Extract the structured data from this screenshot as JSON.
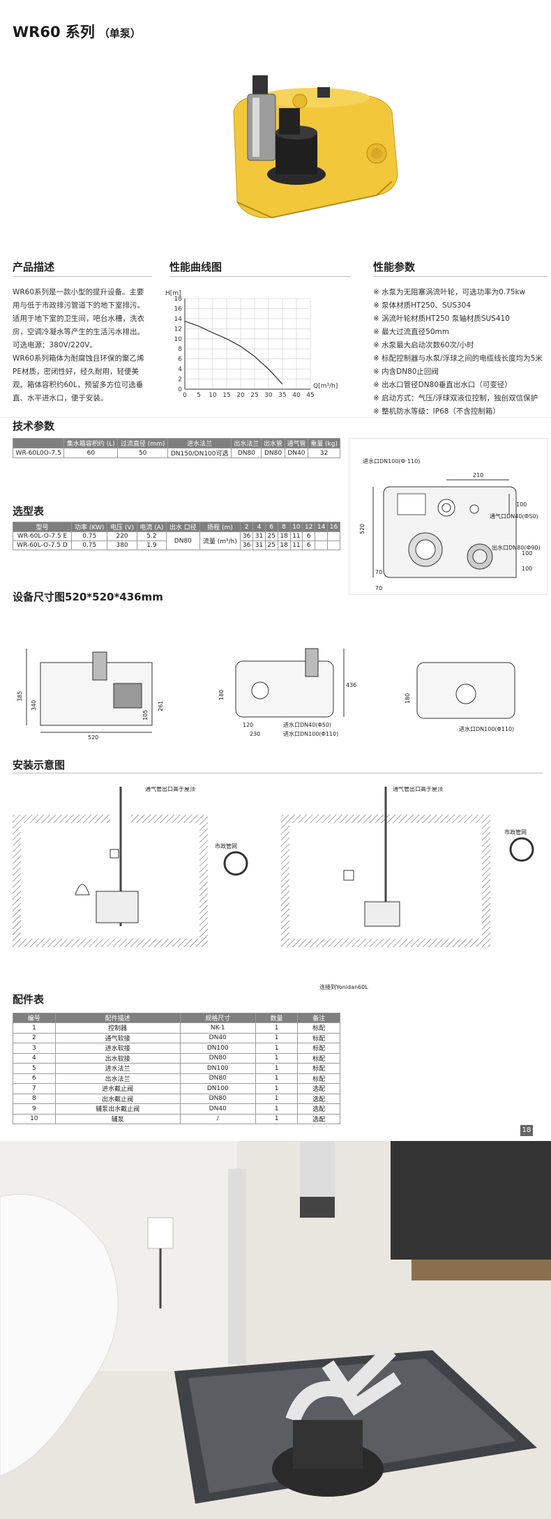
{
  "header": {
    "title": "WR60 系列",
    "subtitle": "（单泵）"
  },
  "sections": {
    "description": "产品描述",
    "curve": "性能曲线图",
    "params": "性能参数",
    "tech": "技术参数",
    "selection": "选型表",
    "dimensions": "设备尺寸图520*520*436mm",
    "install": "安装示意图",
    "parts": "配件表"
  },
  "description_lines": [
    "WR60系列是一款小型的提升设备。主要",
    "用与低于市政排污管道下的地下室排污。",
    "适用于地下室的卫生间，吧台水槽，洗衣",
    "房，空调冷凝水等产生的生活污水排出。",
    "可选电源：380V/220V。",
    "WR60系列箱体为耐腐蚀且环保的聚乙烯",
    "PE材质，密闭性好，经久耐用，轻便美",
    "观。箱体容积约60L，预留多方位可选垂",
    "直、水平进水口，便于安装。"
  ],
  "perf_params": [
    "※ 水泵为无阻塞涡流叶轮，可选功率为0.75kw",
    "※ 泵体材质HT250、SUS304",
    "※ 涡流叶轮材质HT250    泵轴材质SUS410",
    "※ 最大过流直径50mm",
    "※ 水泵最大启动次数60次/小时",
    "※ 标配控制器与水泵/浮球之间的电缆线长度均为5米",
    "※ 内含DN80止回阀",
    "※ 出水口管径DN80垂直出水口（可变径）",
    "※ 启动方式：气压/浮球双液位控制，独创双信保护",
    "※ 整机防水等级：IP68（不含控制箱）"
  ],
  "chart_data": {
    "type": "line",
    "ylabel": "H[m]",
    "xlabel": "Q[m³/h]",
    "x_ticks": [
      "0",
      "5",
      "10",
      "15",
      "20",
      "25",
      "30",
      "35",
      "40",
      "45"
    ],
    "y_ticks": [
      "0",
      "2",
      "4",
      "6",
      "8",
      "10",
      "12",
      "14",
      "16",
      "18"
    ],
    "xlim": [
      0,
      45
    ],
    "ylim": [
      0,
      18
    ],
    "grid": true,
    "series": [
      {
        "x": [
          0,
          5,
          10,
          15,
          20,
          25,
          30,
          35
        ],
        "y": [
          13.5,
          12.5,
          11.2,
          10,
          8.5,
          6.5,
          4,
          1
        ]
      }
    ]
  },
  "tech_table": {
    "headers": [
      "",
      "集水箱容积约\n(L)",
      "过流直径\n(mm)",
      "进水法兰",
      "出水法兰",
      "出水管",
      "通气管",
      "重量\n(kg)"
    ],
    "row": [
      "WR-60L0O-7.5",
      "60",
      "50",
      "DN150/DN100可选",
      "DN80",
      "DN80",
      "DN40",
      "32"
    ]
  },
  "sel_table": {
    "headers": [
      "型号",
      "功率\n(KW)",
      "电压\n(V)",
      "电流\n(A)",
      "出水\n口径",
      "扬程\n(m)",
      "2",
      "4",
      "6",
      "8",
      "10",
      "12",
      "14",
      "16"
    ],
    "rows": [
      [
        "WR-60L-O-7.5 E",
        "0.75",
        "220",
        "5.2",
        "36",
        "31",
        "25",
        "18",
        "11",
        "6"
      ],
      [
        "WR-60L-O-7.5 D",
        "0.75",
        "380",
        "1.9",
        "36",
        "31",
        "25",
        "18",
        "11",
        "6"
      ]
    ],
    "outlet": "DN80",
    "flow": "流量\n(m³/h)"
  },
  "top_view_labels": {
    "vent_in": "进水口DN100(Ф 110)",
    "d210": "210",
    "d100a": "100",
    "vent_pipe": "通气口DN40(Ф50)",
    "outlet": "出水口DN80(Ф90)",
    "d520": "520",
    "d70a": "70",
    "d70b": "70",
    "d100b": "100",
    "d100c": "100"
  },
  "dim_labels": {
    "front_w": "520",
    "h385": "385",
    "h340": "340",
    "h261": "261",
    "h105": "105",
    "side_h436": "436",
    "side_180": "180",
    "side_120": "120",
    "side_230": "230",
    "inlet50": "进水口DN40(Φ50)",
    "inlet110": "进水口DN100(Φ110)",
    "back_180": "180",
    "back_inlet": "进水口DN100(Φ110)"
  },
  "install_labels": {
    "left_vent": "通气管出口高于屋顶",
    "right_vent": "通气管出口高于屋顶",
    "municipal_left": "市政管网",
    "municipal_right": "市政管网",
    "connect": "连接到Yonidan60L"
  },
  "parts_table": {
    "headers": [
      "编号",
      "配件描述",
      "规格尺寸",
      "数量",
      "备注"
    ],
    "rows": [
      [
        "1",
        "控制器",
        "NK-1",
        "1",
        "标配"
      ],
      [
        "2",
        "通气软接",
        "DN40",
        "1",
        "标配"
      ],
      [
        "3",
        "进水软接",
        "DN100",
        "1",
        "标配"
      ],
      [
        "4",
        "出水软接",
        "DN80",
        "1",
        "标配"
      ],
      [
        "5",
        "进水法兰",
        "DN100",
        "1",
        "标配"
      ],
      [
        "6",
        "出水法兰",
        "DN80",
        "1",
        "标配"
      ],
      [
        "7",
        "进水截止阀",
        "DN100",
        "1",
        "选配"
      ],
      [
        "8",
        "出水截止阀",
        "DN80",
        "1",
        "选配"
      ],
      [
        "9",
        "辅泵出水截止阀",
        "DN40",
        "1",
        "选配"
      ],
      [
        "10",
        "辅泵",
        "/",
        "1",
        "选配"
      ]
    ]
  },
  "page_number": "18",
  "colors": {
    "tank_yellow": "#f2c73a",
    "table_header": "#7f7f7f",
    "hatch": "#555555"
  }
}
